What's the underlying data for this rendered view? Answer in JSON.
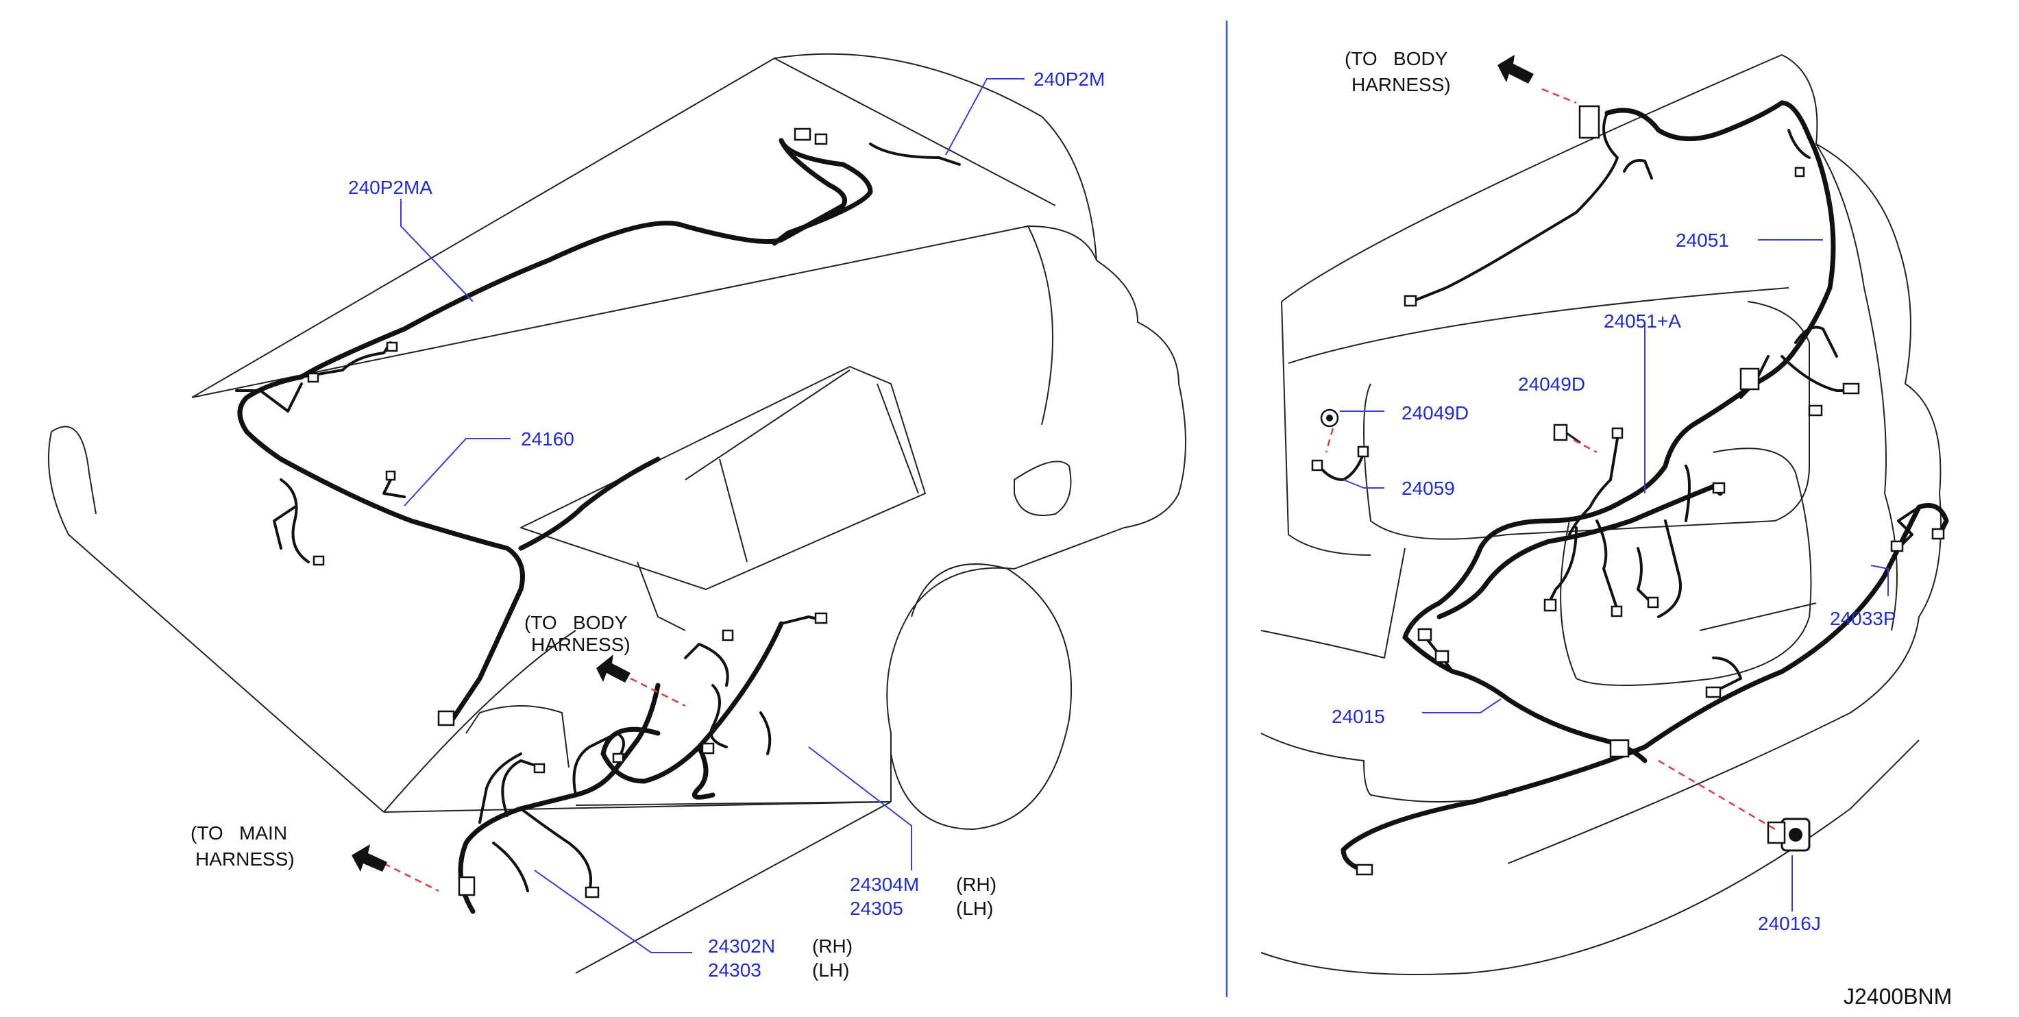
{
  "diagram_code": "J2400BNM",
  "left_panel": {
    "labels": {
      "p240P2M": "240P2M",
      "p240P2MA": "240P2MA",
      "p24160": "24160",
      "p24304M": "24304M",
      "p24305": "24305",
      "p24302N": "24302N",
      "p24303": "24303"
    },
    "side_rh": "(RH)",
    "side_lh": "(LH)",
    "to_body_harness_1": "(TO   BODY",
    "to_body_harness_2": "HARNESS)",
    "to_main_harness_1": "(TO   MAIN",
    "to_main_harness_2": "HARNESS)"
  },
  "right_panel": {
    "labels": {
      "p24051": "24051",
      "p24051A": "24051+A",
      "p24049D_a": "24049D",
      "p24049D_b": "24049D",
      "p24059": "24059",
      "p24033P": "24033P",
      "p24015": "24015",
      "p24016J": "24016J"
    },
    "to_body_harness_1": "(TO   BODY",
    "to_body_harness_2": "HARNESS)"
  },
  "colors": {
    "part_label": "#1f2bd6",
    "leader_line": "#3341d9",
    "connection_dash": "#e23b3b",
    "divider": "#3b5bbf",
    "wire": "#111111"
  }
}
